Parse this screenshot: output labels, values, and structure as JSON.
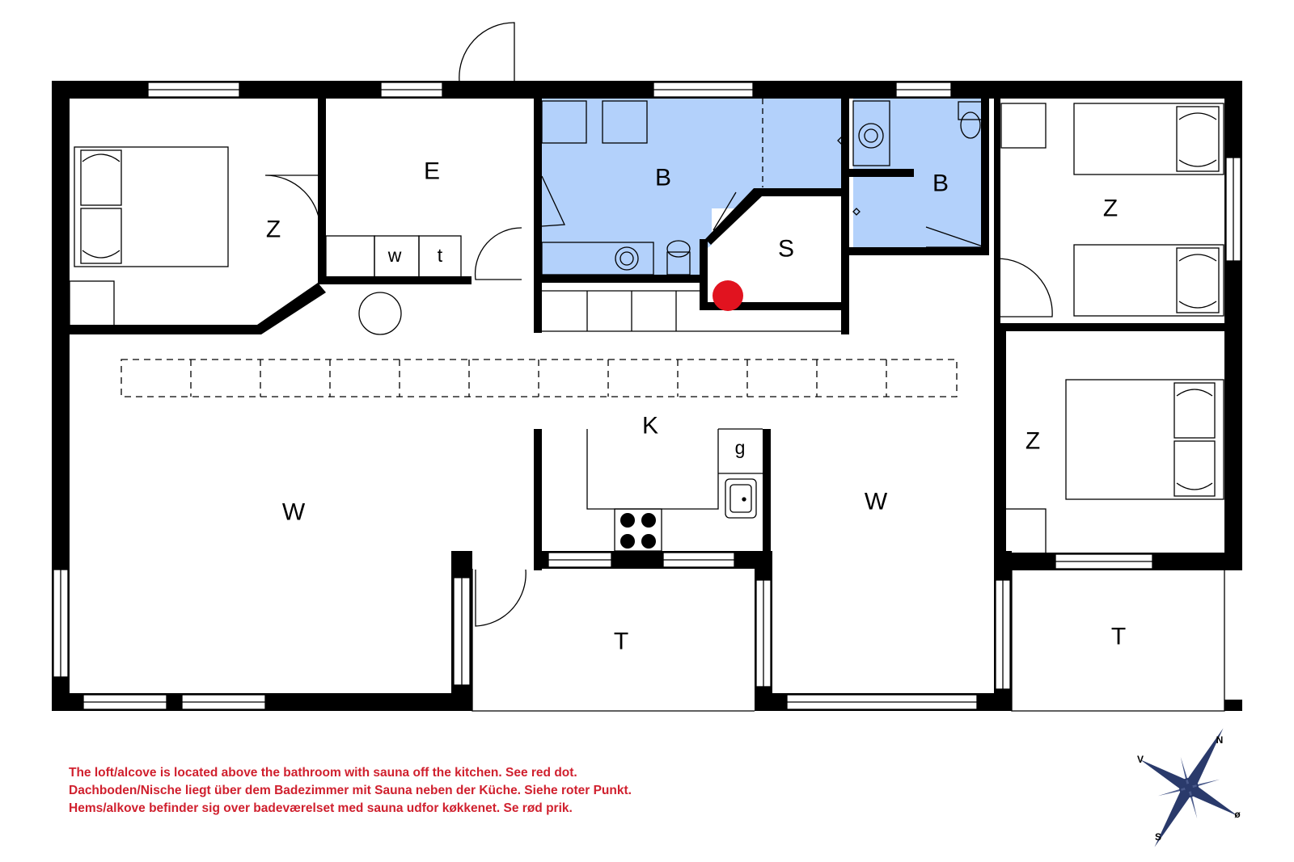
{
  "rooms": {
    "z_west": "Z",
    "entry": "E",
    "bath_main": "B",
    "bath_east": "B",
    "sauna": "S",
    "z_ne": "Z",
    "z_se": "Z",
    "kitchen": "K",
    "w_west": "W",
    "w_east": "W",
    "t_mid": "T",
    "t_east": "T"
  },
  "fixtures": {
    "washer": "w",
    "dryer": "t",
    "fridge": "g"
  },
  "note": {
    "line_en": "The loft/alcove is located above the bathroom with sauna off the kitchen. See red dot.",
    "line_de": "Dachboden/Nische liegt über dem Badezimmer mit Sauna neben der Küche. Siehe roter Punkt.",
    "line_da": "Hems/alkove befinder sig over badeværelset med sauna udfor køkkenet. Se rød prik."
  },
  "compass": {
    "north": "N",
    "west": "V",
    "south": "S",
    "east": "ø"
  },
  "colors": {
    "wall": "#000000",
    "bathroom_fill": "#b3d1fb",
    "marker": "#e1131f",
    "note_text": "#d0202e",
    "compass": "#2a3a6b"
  }
}
